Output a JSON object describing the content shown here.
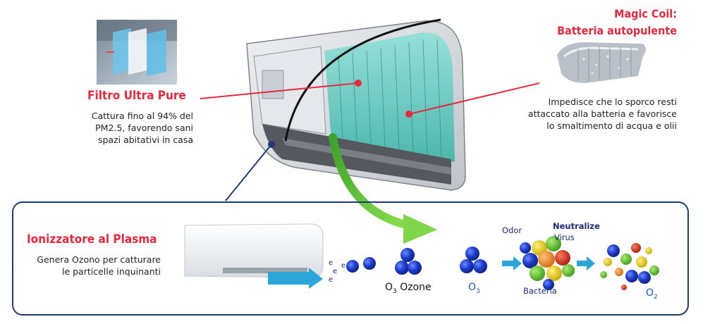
{
  "filter": {
    "title": "Filtro Ultra Pure",
    "desc_lines": [
      "Cattura fino al 94% del",
      "PM2.5, favorendo sani",
      "spazi abitativi in casa"
    ]
  },
  "magic_coil": {
    "title_line1": "Magic Coil:",
    "title_line2": "Batteria autopulente",
    "desc_lines": [
      "Impedisce che lo sporco resti",
      "attaccato alla batteria e favorisce",
      "lo smaltimento di acqua e olii"
    ]
  },
  "plasma": {
    "title": "Ionizzatore al Plasma",
    "desc_lines": [
      "Genera Ozono per catturare",
      "le particelle inquinanti"
    ]
  },
  "process": {
    "electron": "e",
    "ozone_symbol": "O",
    "ozone_sub": "3",
    "ozone_word": "Ozone",
    "o3_symbol": "O",
    "o3_sub": "3",
    "odor": "Odor",
    "neutralize": "Neutralize",
    "virus": "Virus",
    "bacteria": "Bacteria",
    "o2_symbol": "O",
    "o2_sub": "2"
  },
  "colors": {
    "accent_red": "#e8283c",
    "frame_navy": "#1d3a7a",
    "green_arrow": "#5cc63a",
    "arrow_blue": "#2aa7d8",
    "molecule_blue": "#1a3fc4"
  }
}
